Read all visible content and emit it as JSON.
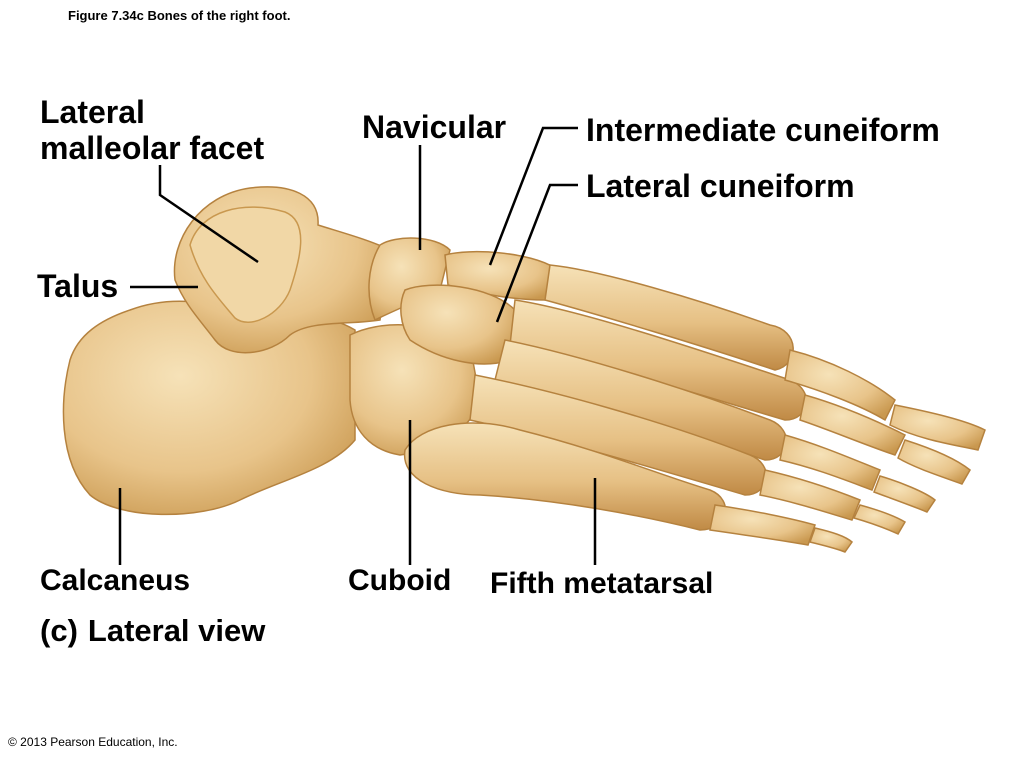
{
  "figure_caption": "Figure 7.34c  Bones of the right foot.",
  "copyright": "© 2013 Pearson Education, Inc.",
  "view": {
    "letter": "(c)",
    "title": "Lateral view"
  },
  "labels": {
    "lateral_malleolar_facet": {
      "line1": "Lateral",
      "line2": "malleolar facet"
    },
    "navicular": "Navicular",
    "intermediate_cuneiform": "Intermediate cuneiform",
    "lateral_cuneiform": "Lateral cuneiform",
    "talus": "Talus",
    "calcaneus": "Calcaneus",
    "cuboid": "Cuboid",
    "fifth_metatarsal": "Fifth metatarsal"
  },
  "colors": {
    "bone_fill": "#e8c48a",
    "bone_shade": "#c9984f",
    "bone_highlight": "#f6e2b8",
    "leader_line": "#000000"
  }
}
